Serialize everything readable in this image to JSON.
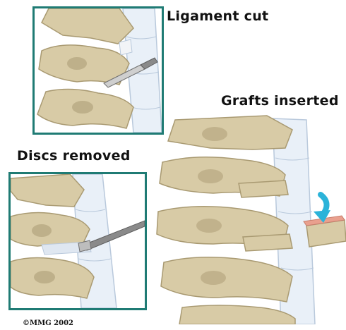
{
  "labels": {
    "ligament_cut": "Ligament cut",
    "discs_removed": "Discs removed",
    "grafts_inserted": "Grafts inserted"
  },
  "copyright": "©MMG 2002",
  "colors": {
    "frame": "#1f7b74",
    "bone": "#d8cba6",
    "bone_shadow": "#a99a72",
    "disc": "#e9f0f8",
    "disc_shadow": "#b9c9dc",
    "instrument": "#8a8a8a",
    "arrow": "#2bb3d9",
    "graft_top": "#e9a08e"
  },
  "icons": {
    "insert_arrow": "curved-arrow-icon",
    "scalpel": "scalpel-icon",
    "rongeur": "rongeur-icon"
  }
}
